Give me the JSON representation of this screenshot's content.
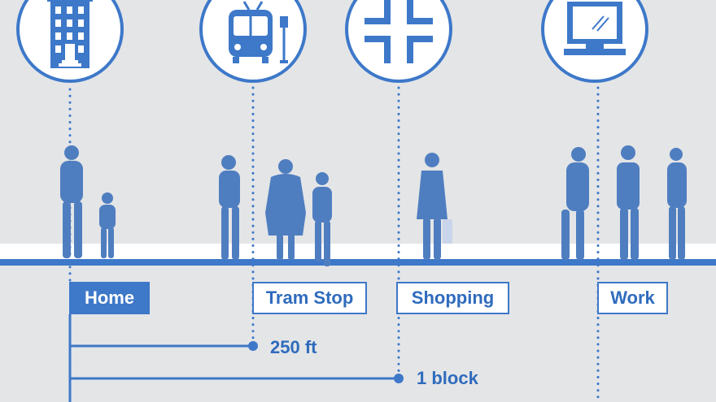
{
  "palette": {
    "accent": "#3d78c9",
    "background": "#e4e5e7",
    "icon_fill": "#ffffff",
    "street": "#ffffff"
  },
  "destinations": [
    {
      "id": "home",
      "label": "Home",
      "icon": "apartment-building-icon",
      "active": true
    },
    {
      "id": "tram-stop",
      "label": "Tram Stop",
      "icon": "tram-icon",
      "active": false
    },
    {
      "id": "shopping",
      "label": "Shopping",
      "icon": "intersection-icon",
      "active": false
    },
    {
      "id": "work",
      "label": "Work",
      "icon": "computer-monitor-icon",
      "active": false
    }
  ],
  "distances": [
    {
      "from": "home",
      "to": "tram-stop",
      "label": "250 ft"
    },
    {
      "from": "home",
      "to": "shopping",
      "label": "1 block"
    }
  ]
}
